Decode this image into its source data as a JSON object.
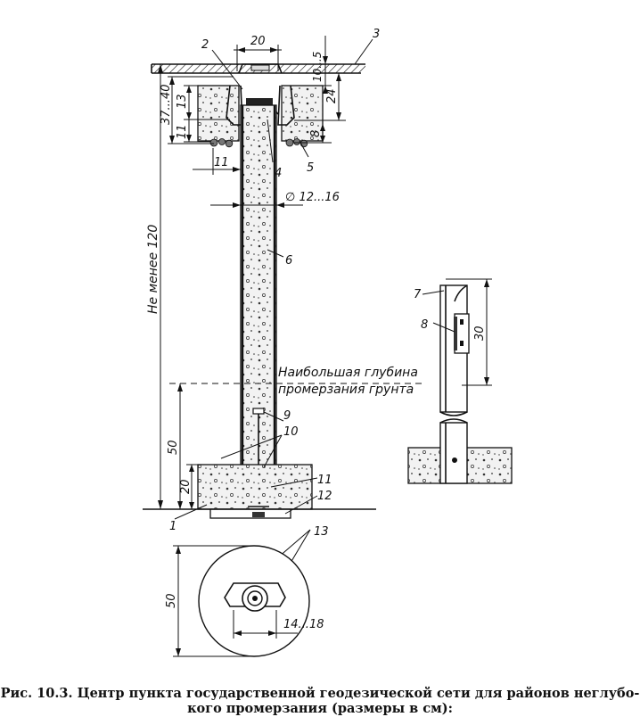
{
  "labels": {
    "dim_top": "20",
    "dim_10_5": "10...5",
    "dim_37_40": "37...40",
    "dim_13": "13",
    "dim_11a": "11",
    "dim_24": "24",
    "dim_8": "8",
    "dim_11b": "11",
    "dim_diam": "∅ 12...16",
    "dim_height": "Не менее 120",
    "dim_50a": "50",
    "dim_20": "20",
    "dim_30": "30",
    "dim_50b": "50",
    "dim_14_18": "14...18",
    "n1": "1",
    "n2": "2",
    "n3": "3",
    "n4": "4",
    "n5": "5",
    "n6": "6",
    "n7": "7",
    "n8": "8",
    "n9": "9",
    "n10": "10",
    "n11": "11",
    "n12": "12",
    "n13": "13"
  },
  "frost_note": {
    "line1": "Наибольшая глубина",
    "line2": "промерзания грунта"
  },
  "caption": {
    "line1": "Рис. 10.3. Центр пункта государственной геодезической сети для районов неглубо-",
    "line2": "кого промерзания (размеры в см):"
  }
}
